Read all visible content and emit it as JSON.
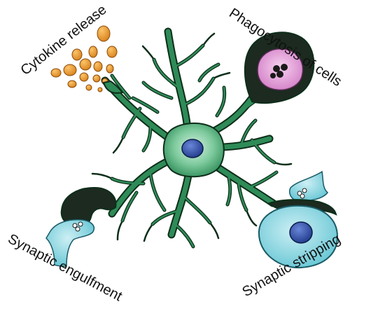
{
  "labels": {
    "cytokine_release": "Cytokine release",
    "phagocytosis": "Phagocytosis of cells",
    "synaptic_engulfment": "Synaptic engulfment",
    "synaptic_stripping": "Synaptic stripping"
  },
  "colors": {
    "microglia_fill": "#2e8b57",
    "microglia_light": "#a8e0c0",
    "nucleus": "#2e4a9a",
    "outline": "#0d2e1a",
    "cytokine": "#e8952a",
    "phagosome": "#e7a2dc",
    "neuron_fill": "#7fd2de",
    "dark_process": "#1c2a1f"
  },
  "icons": [
    "microglia-cell",
    "cytokine-granules",
    "phagocytosed-cell",
    "synapse-bouton",
    "neuron-soma"
  ]
}
